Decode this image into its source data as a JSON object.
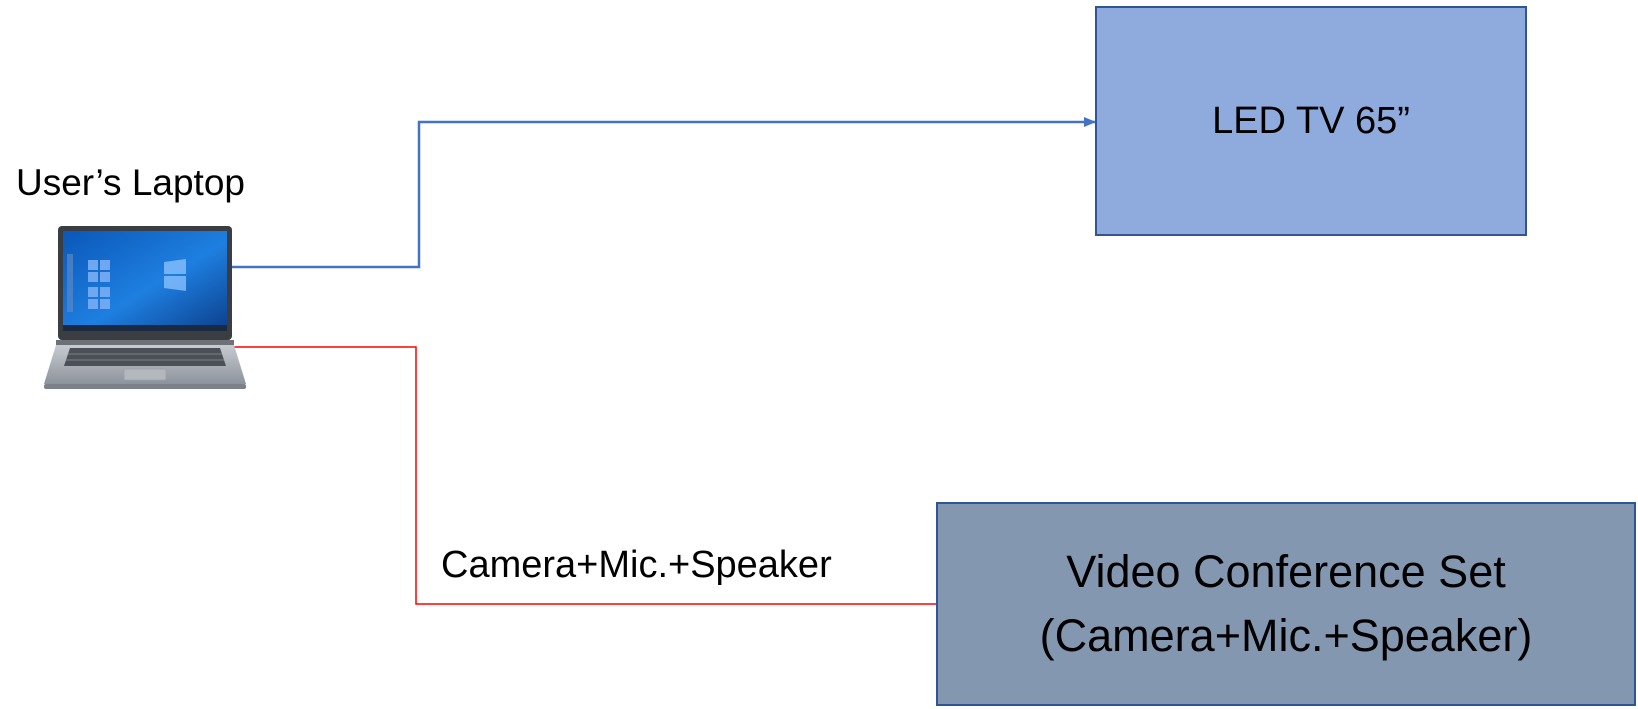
{
  "laptop": {
    "label": "User’s Laptop"
  },
  "tv": {
    "label": "LED TV 65”"
  },
  "video_conference": {
    "line1": "Video Conference Set",
    "line2": "(Camera+Mic.+Speaker)"
  },
  "links": {
    "laptop_to_vc_label": "Camera+Mic.+Speaker"
  },
  "colors": {
    "tv_fill": "#8faadc",
    "vc_fill": "#8497b0",
    "box_border": "#2f5597",
    "hdmi_line": "#4472c4",
    "usb_line": "#ff0000"
  }
}
